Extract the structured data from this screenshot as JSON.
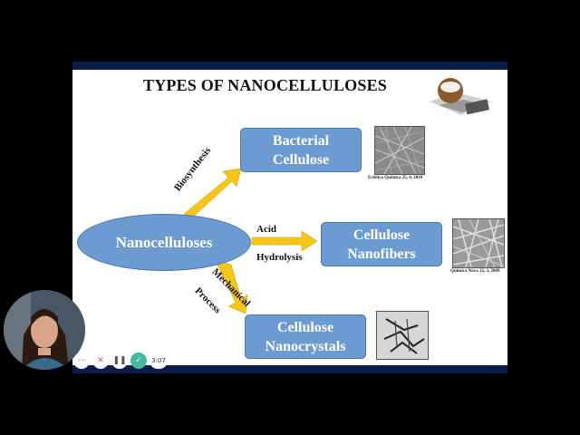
{
  "slide": {
    "title": "TYPES OF NANOCELLULOSES",
    "center_node": "Nanocelluloses",
    "nodes": {
      "bacterial": [
        "Bacterial",
        "Cellulose"
      ],
      "nanofibers": [
        "Cellulose",
        "Nanofibers"
      ],
      "nanocrystals": [
        "Cellulose",
        "Nanocrystals"
      ]
    },
    "arrow_labels": {
      "biosynthesis": "Biosynthesis",
      "acid": "Acid",
      "hydrolysis": "Hydrolysis",
      "mechanical": "Mechanical",
      "process": "Process"
    },
    "captions": {
      "bacterial_ref": "Eclética Química 35, 4, 2010",
      "nanofibers_ref": "Química Nova 32, 3, 2009"
    },
    "colors": {
      "node_fill": "#6b9bd0",
      "arrow": "#f5c518",
      "frame_bar": "#0c1c4a"
    }
  },
  "recorder": {
    "time": "3:07",
    "buttons": [
      "more-icon",
      "close-icon",
      "pause-icon",
      "check-icon"
    ]
  }
}
